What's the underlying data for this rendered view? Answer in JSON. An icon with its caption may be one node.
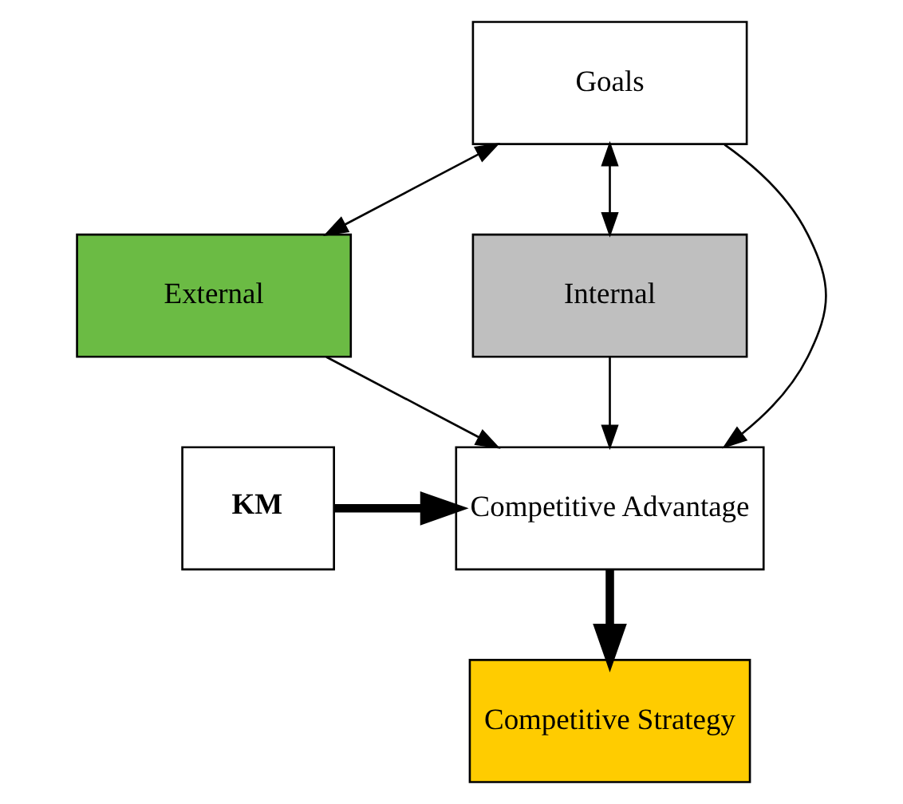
{
  "diagram": {
    "nodes": [
      {
        "text": [
          "Goals"
        ]
      },
      {
        "text": [
          "External"
        ]
      },
      {
        "text": [
          "Internal"
        ]
      },
      {
        "text": [
          "KM"
        ]
      },
      {
        "text": [
          "Competitive Advantage"
        ]
      },
      {
        "text": [
          "Competitive Strategy"
        ]
      }
    ],
    "edges": [
      {
        "from": 0,
        "to": 1,
        "arrow": "both"
      },
      {
        "from": 0,
        "to": 2,
        "arrow": "both"
      },
      {
        "from": 0,
        "to": 4,
        "arrow": "to"
      },
      {
        "from": 1,
        "to": 4,
        "arrow": "to"
      },
      {
        "from": 2,
        "to": 4,
        "arrow": "to"
      },
      {
        "from": 3,
        "to": 4,
        "arrow": "to",
        "style": "thick"
      },
      {
        "from": 4,
        "to": 5,
        "arrow": "to",
        "style": "thick"
      }
    ]
  }
}
